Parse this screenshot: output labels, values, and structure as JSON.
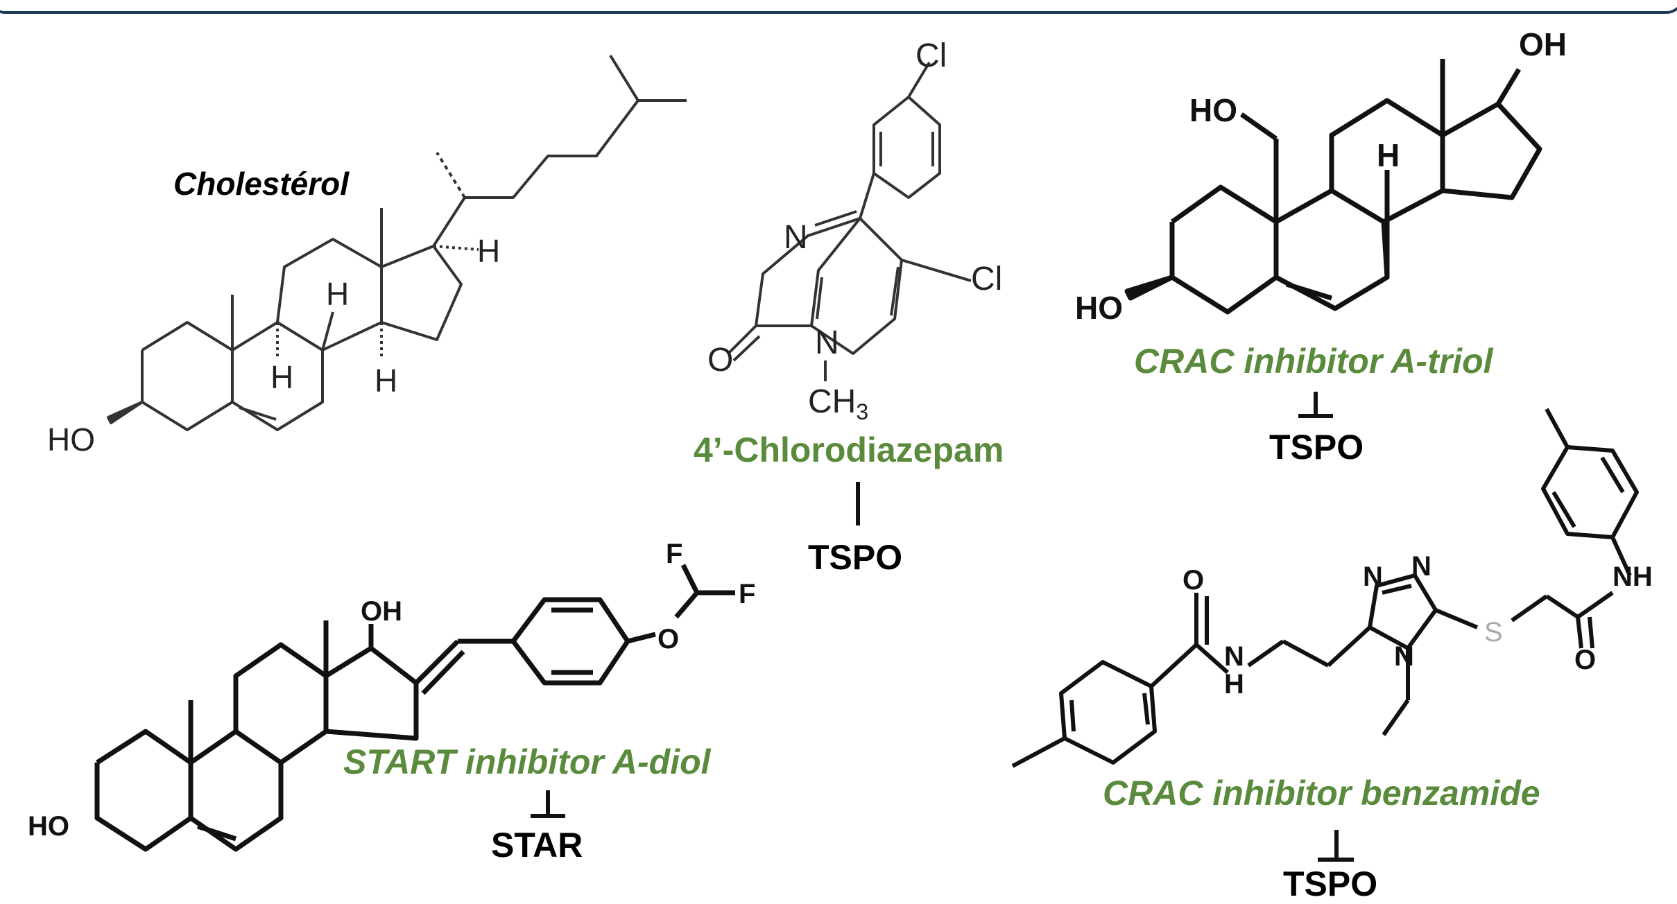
{
  "molecules": {
    "cholesterol": {
      "name": "Cholestérol"
    },
    "chlorodiazepam": {
      "name": "4’-Chlorodiazepam",
      "target": "TSPO"
    },
    "atriol": {
      "name": "CRAC inhibitor A-triol",
      "target": "TSPO"
    },
    "adiol": {
      "name": "START inhibitor A-diol",
      "target": "STAR"
    },
    "benzamide": {
      "name": "CRAC inhibitor benzamide",
      "target": "TSPO"
    }
  },
  "atoms": {
    "cl": "Cl",
    "n": "N",
    "o": "O",
    "s": "S",
    "f": "F",
    "h": "H",
    "oh": "OH",
    "ho": "HO",
    "nh": "NH",
    "ch3": "CH",
    "sub3": "3"
  },
  "symbols": {
    "inhibit": "⊥",
    "bar": "|"
  },
  "colors": {
    "accent_green": "#5a8a3c",
    "frame_blue": "#1f3a5a"
  }
}
